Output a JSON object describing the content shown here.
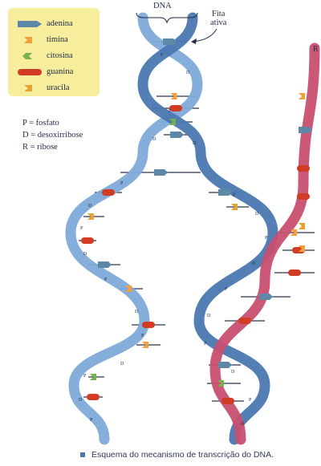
{
  "legend": {
    "items": [
      {
        "label": "adenina",
        "color": "#5f87a8",
        "icon": "adenine-shape-icon"
      },
      {
        "label": "timina",
        "color": "#f0a13c",
        "icon": "thymine-shape-icon"
      },
      {
        "label": "citosina",
        "color": "#76b04f",
        "icon": "cytosine-shape-icon"
      },
      {
        "label": "guanina",
        "color": "#d23b24",
        "icon": "guanine-shape-icon"
      },
      {
        "label": "uracila",
        "color": "#e8a233",
        "icon": "uracil-shape-icon"
      }
    ]
  },
  "notes": [
    "P = fosfato",
    "D = desoxirribose",
    "R = ribose"
  ],
  "labels": {
    "dna": "DNA",
    "fita_ativa_line1": "Fita",
    "fita_ativa_line2": "ativa",
    "rna": "R"
  },
  "caption": "Esquema do mecanismo de transcrição do DNA.",
  "colors": {
    "dna_strand": "#7eaad8",
    "dna_strand_dark": "#4a78b0",
    "rna_strand": "#c84f70",
    "legend_bg": "#f6ee9c"
  }
}
